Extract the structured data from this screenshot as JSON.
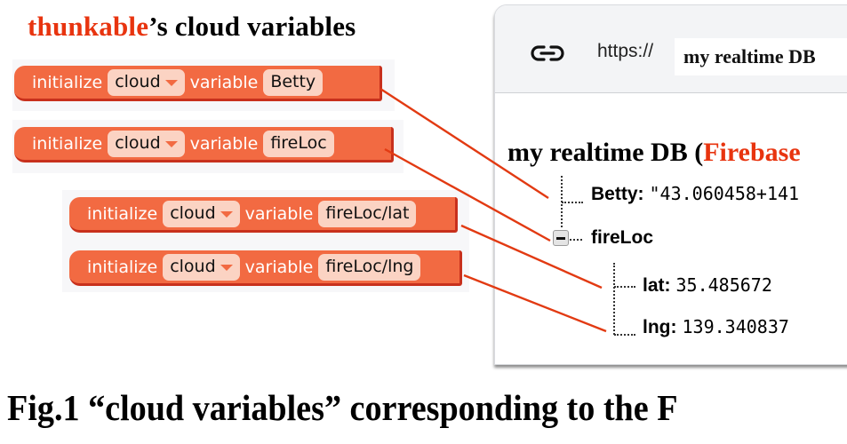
{
  "figure": {
    "title_brand": "thunkable",
    "title_rest": "’s cloud variables",
    "caption": "Fig.1  “cloud variables” corresponding to the F"
  },
  "blocks": [
    {
      "keyword": "initialize",
      "scope": "cloud",
      "keyword2": "variable",
      "name": "Betty"
    },
    {
      "keyword": "initialize",
      "scope": "cloud",
      "keyword2": "variable",
      "name": "fireLoc"
    },
    {
      "keyword": "initialize",
      "scope": "cloud",
      "keyword2": "variable",
      "name": "fireLoc/lat"
    },
    {
      "keyword": "initialize",
      "scope": "cloud",
      "keyword2": "variable",
      "name": "fireLoc/lng"
    }
  ],
  "browser": {
    "icon": "link-icon",
    "url_prefix": "https://",
    "url_label": "my realtime DB"
  },
  "database": {
    "title_main": "my realtime DB (",
    "title_brand": "Firebase",
    "nodes": [
      {
        "key": "Betty:",
        "value": "\"43.060458+141"
      },
      {
        "key": "fireLoc",
        "value": ""
      },
      {
        "key": "lat:",
        "value": "35.485672"
      },
      {
        "key": "lng:",
        "value": "139.340837"
      }
    ],
    "collapse_toggle": "−"
  },
  "colors": {
    "block_fill": "#f26a42",
    "block_shadow": "#c8301c",
    "pill_fill": "#fbd3c3",
    "brand_red": "#e8340f",
    "connector": "#e23a12"
  }
}
